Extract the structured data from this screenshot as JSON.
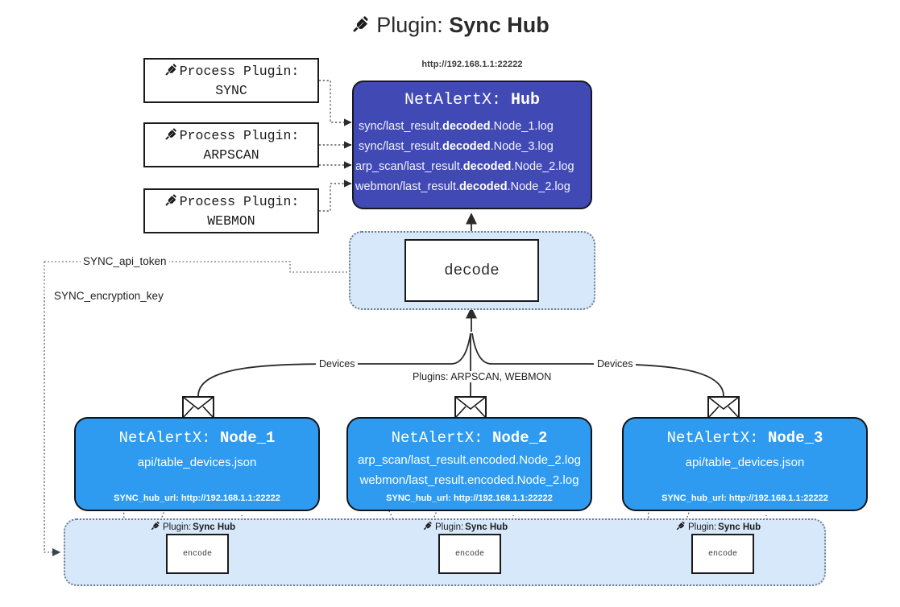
{
  "title": {
    "prefix": "Plugin:",
    "name": "Sync Hub",
    "icon": "plug-icon"
  },
  "process_plugins": [
    {
      "line1": "Process Plugin:",
      "line2": "SYNC",
      "icon": "plug-icon"
    },
    {
      "line1": "Process Plugin:",
      "line2": "ARPSCAN",
      "icon": "plug-icon"
    },
    {
      "line1": "Process Plugin:",
      "line2": "WEBMON",
      "icon": "plug-icon"
    }
  ],
  "hub": {
    "url": "http://192.168.1.1:22222",
    "title_prefix": "NetAlertX:",
    "title_name": "Hub",
    "color": "#4149b4",
    "lines": [
      {
        "pre": "sync/last_result.",
        "mid": "decoded",
        "post": ".Node_1.log"
      },
      {
        "pre": "sync/last_result.",
        "mid": "decoded",
        "post": ".Node_3.log"
      },
      {
        "pre": "arp_scan/last_result.",
        "mid": "decoded",
        "post": ".Node_2.log"
      },
      {
        "pre": "webmon/last_result.",
        "mid": "decoded",
        "post": ".Node_2.log"
      }
    ]
  },
  "decode": {
    "label": "decode",
    "container_color": "#d6e8fa"
  },
  "keys": {
    "api_token": "SYNC_api_token",
    "encryption_key": "SYNC_encryption_key"
  },
  "edge_labels": {
    "devices_left": "Devices",
    "devices_right": "Devices",
    "plugins_mid": "Plugins: ARPSCAN, WEBMON"
  },
  "nodes": [
    {
      "title_prefix": "NetAlertX:",
      "title_name": "Node_1",
      "color": "#2e9bf0",
      "lines": [
        "api/table_devices.json"
      ],
      "url_label": "SYNC_hub_url:",
      "url_value": "http://192.168.1.1:22222",
      "mail_icon": "envelope-icon"
    },
    {
      "title_prefix": "NetAlertX:",
      "title_name": "Node_2",
      "color": "#2e9bf0",
      "lines": [
        "arp_scan/last_result.encoded.Node_2.log",
        "webmon/last_result.encoded.Node_2.log"
      ],
      "url_label": "SYNC_hub_url:",
      "url_value": "http://192.168.1.1:22222",
      "mail_icon": "envelope-icon"
    },
    {
      "title_prefix": "NetAlertX:",
      "title_name": "Node_3",
      "color": "#2e9bf0",
      "lines": [
        "api/table_devices.json"
      ],
      "url_label": "SYNC_hub_url:",
      "url_value": "http://192.168.1.1:22222",
      "mail_icon": "envelope-icon"
    }
  ],
  "encoders": [
    {
      "tag_prefix": "Plugin:",
      "tag_name": "Sync Hub",
      "label": "encode",
      "icon": "plug-icon"
    },
    {
      "tag_prefix": "Plugin:",
      "tag_name": "Sync Hub",
      "label": "encode",
      "icon": "plug-icon"
    },
    {
      "tag_prefix": "Plugin:",
      "tag_name": "Sync Hub",
      "label": "encode",
      "icon": "plug-icon"
    }
  ]
}
